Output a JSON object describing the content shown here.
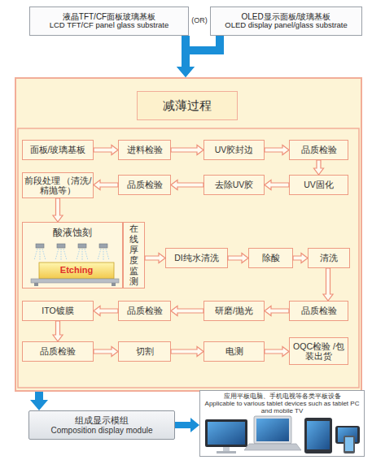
{
  "diagram": {
    "nodes": [
      {
        "text": [
          "液晶TFT/CF面板玻璃基板",
          "LCD TFT/CF panel glass substrate"
        ]
      },
      {
        "text": [
          "OLED显示面板/玻璃基板",
          "OLED display panel/glass substrate"
        ]
      },
      {
        "text": [
          "减薄过程"
        ]
      },
      {
        "text": [
          "面板/玻璃基板"
        ],
        "in": 2
      },
      {
        "text": [
          "进料检验"
        ],
        "in": 2
      },
      {
        "text": [
          "UV胶封边"
        ],
        "in": 2
      },
      {
        "text": [
          "品质检验"
        ],
        "in": 2
      },
      {
        "text": [
          "UV固化"
        ],
        "in": 2
      },
      {
        "text": [
          "去除UV胶"
        ],
        "in": 2
      },
      {
        "text": [
          "品质检验"
        ],
        "in": 2
      },
      {
        "text": [
          "前段处理 （清洗/精抛等）"
        ],
        "in": 2
      },
      {
        "text": [
          "酸液蚀刻"
        ],
        "in": 2
      },
      {
        "text": [
          "在线厚度监测"
        ],
        "in": 2
      },
      {
        "text": [
          "DI纯水清洗"
        ],
        "in": 2
      },
      {
        "text": [
          "除酸"
        ],
        "in": 2
      },
      {
        "text": [
          "清洗"
        ],
        "in": 2
      },
      {
        "text": [
          "品质检验"
        ],
        "in": 2
      },
      {
        "text": [
          "研磨/抛光"
        ],
        "in": 2
      },
      {
        "text": [
          "品质检验"
        ],
        "in": 2
      },
      {
        "text": [
          "ITO镀膜"
        ],
        "in": 2
      },
      {
        "text": [
          "品质检验"
        ],
        "in": 2
      },
      {
        "text": [
          "切割"
        ],
        "in": 2
      },
      {
        "text": [
          "电测"
        ],
        "in": 2
      },
      {
        "text": [
          "OQC检验 /包装出货"
        ],
        "in": 2
      },
      {
        "text": [
          "组成显示模组",
          "Composition display module"
        ]
      },
      {
        "text": [
          "应用平板电脑、手机电视等各类平板设备",
          "Applicable to various tablet devices such as tablet PC and mobile TV"
        ]
      }
    ],
    "edges": [
      {
        "from": 0,
        "to": 2,
        "arrow": "to"
      },
      {
        "from": 1,
        "to": 2,
        "arrow": "to"
      },
      {
        "from": 3,
        "to": 4,
        "arrow": "to"
      },
      {
        "from": 4,
        "to": 5,
        "arrow": "to"
      },
      {
        "from": 5,
        "to": 6,
        "arrow": "to"
      },
      {
        "from": 6,
        "to": 7,
        "arrow": "to"
      },
      {
        "from": 7,
        "to": 8,
        "arrow": "to"
      },
      {
        "from": 8,
        "to": 9,
        "arrow": "to"
      },
      {
        "from": 9,
        "to": 10,
        "arrow": "to"
      },
      {
        "from": 10,
        "to": 11,
        "arrow": "to"
      },
      {
        "from": 12,
        "to": 13,
        "arrow": "to"
      },
      {
        "from": 13,
        "to": 14,
        "arrow": "to"
      },
      {
        "from": 14,
        "to": 15,
        "arrow": "to"
      },
      {
        "from": 15,
        "to": 16,
        "arrow": "to"
      },
      {
        "from": 16,
        "to": 17,
        "arrow": "to"
      },
      {
        "from": 17,
        "to": 18,
        "arrow": "to"
      },
      {
        "from": 18,
        "to": 19,
        "arrow": "to"
      },
      {
        "from": 19,
        "to": 20,
        "arrow": "to"
      },
      {
        "from": 20,
        "to": 21,
        "arrow": "to"
      },
      {
        "from": 21,
        "to": 22,
        "arrow": "to"
      },
      {
        "from": 22,
        "to": 23,
        "arrow": "to"
      },
      {
        "from": 2,
        "to": 24,
        "arrow": "to"
      },
      {
        "from": 24,
        "to": 25,
        "arrow": "to"
      }
    ],
    "labels": [
      "(OR)",
      "Etching"
    ]
  }
}
